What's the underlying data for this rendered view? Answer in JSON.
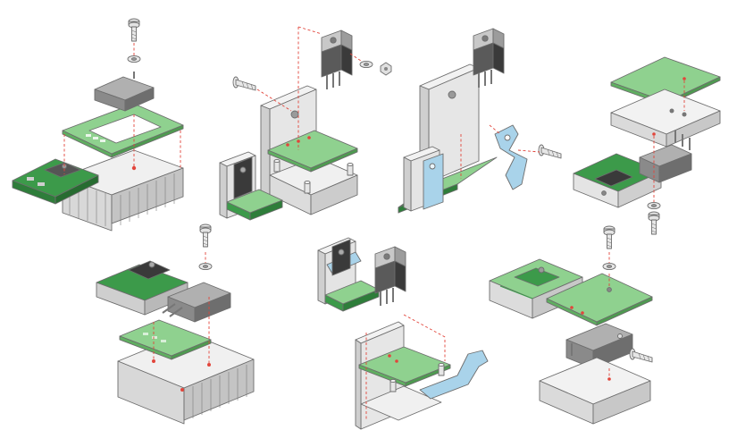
{
  "palette": {
    "pcb_green": "#8fd18f",
    "pcb_dark": "#3c9a4a",
    "pcb_deep": "#2e7d3a",
    "metal_light": "#eeeeee",
    "metal_mid": "#d6d6d6",
    "metal_dark": "#b9b9b9",
    "component_top": "#a8a8a8",
    "component_side": "#7e7e7e",
    "component_dark": "#3a3a3a",
    "insulator_blue": "#a9d3ea",
    "guide_red": "#e2453b",
    "outline": "#6d6d6d"
  },
  "diagram": {
    "kind": "exploded isometric assembly views",
    "assemblies": [
      {
        "id": "a1",
        "components": [
          "screw-icon",
          "washer-icon",
          "transistor-icon",
          "pcb-frame",
          "pcb-board",
          "heatsink-icon"
        ]
      },
      {
        "id": "a2",
        "components": [
          "screw-icon",
          "transistor-icon",
          "washer-icon",
          "nut-icon",
          "bracket-icon",
          "pcb-board",
          "standoff-icon"
        ]
      },
      {
        "id": "a3",
        "components": [
          "transistor-icon",
          "bracket-icon",
          "insulator-clip",
          "screw-icon",
          "pcb-board"
        ]
      },
      {
        "id": "a4",
        "components": [
          "pcb-board",
          "metal-block",
          "transistor-icon",
          "screw-icon",
          "washer-icon"
        ]
      },
      {
        "id": "a5",
        "components": [
          "screw-icon",
          "washer-icon",
          "transistor-icon",
          "pcb-board",
          "heatsink-icon"
        ]
      },
      {
        "id": "a6",
        "components": [
          "transistor-icon",
          "bracket-icon",
          "pcb-board",
          "insulator-strip",
          "standoff-icon"
        ]
      },
      {
        "id": "a7",
        "components": [
          "screw-icon",
          "washer-icon",
          "pcb-board",
          "transistor-icon",
          "metal-block"
        ]
      }
    ]
  }
}
